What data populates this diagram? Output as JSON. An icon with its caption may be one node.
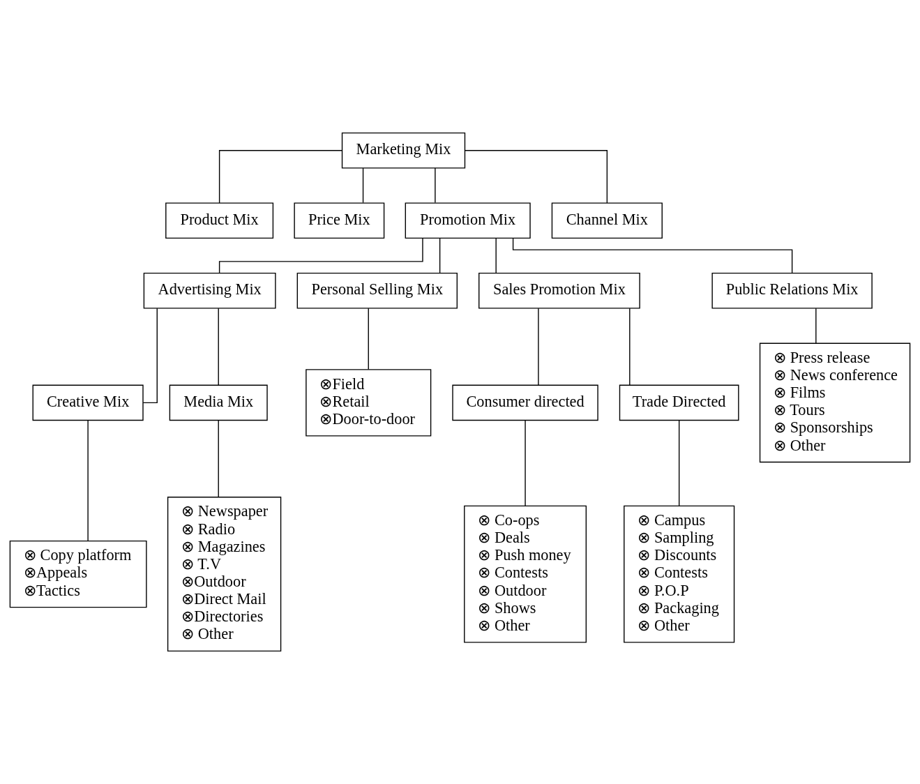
{
  "diagram": {
    "nodes": [
      {
        "text": [
          "Marketing Mix"
        ]
      },
      {
        "text": [
          "Product Mix"
        ]
      },
      {
        "text": [
          "Price Mix"
        ]
      },
      {
        "text": [
          "Promotion Mix"
        ]
      },
      {
        "text": [
          "Channel Mix"
        ]
      },
      {
        "text": [
          "Advertising Mix"
        ]
      },
      {
        "text": [
          "Personal Selling Mix"
        ]
      },
      {
        "text": [
          "Sales Promotion Mix"
        ]
      },
      {
        "text": [
          "Public Relations Mix"
        ]
      },
      {
        "text": [
          "Creative Mix"
        ]
      },
      {
        "text": [
          "Media Mix"
        ]
      },
      {
        "text": [
          "⊗Field",
          "⊗Retail",
          "⊗Door-to-door"
        ]
      },
      {
        "text": [
          "Consumer directed"
        ]
      },
      {
        "text": [
          "Trade Directed"
        ]
      },
      {
        "text": [
          "⊗ Press release",
          "⊗ News conference",
          "⊗ Films",
          "⊗ Tours",
          "⊗ Sponsorships",
          "⊗ Other"
        ]
      },
      {
        "text": [
          "⊗ Copy platform",
          "⊗Appeals",
          "⊗Tactics"
        ]
      },
      {
        "text": [
          "⊗ Newspaper",
          "⊗ Radio",
          "⊗ Magazines",
          "⊗ T.V",
          "⊗Outdoor",
          "⊗Direct Mail",
          "⊗Directories",
          "⊗ Other"
        ]
      },
      {
        "text": [
          "⊗ Co-ops",
          "⊗ Deals",
          "⊗ Push money",
          "⊗ Contests",
          "⊗ Outdoor",
          "⊗ Shows",
          "⊗ Other"
        ]
      },
      {
        "text": [
          "⊗ Campus",
          "⊗ Sampling",
          "⊗ Discounts",
          "⊗ Contests",
          "⊗ P.O.P",
          "⊗ Packaging",
          "⊗ Other"
        ]
      }
    ],
    "edges": [
      {
        "from": 0,
        "to": 1,
        "arrow": "none"
      },
      {
        "from": 0,
        "to": 2,
        "arrow": "none"
      },
      {
        "from": 0,
        "to": 3,
        "arrow": "none"
      },
      {
        "from": 0,
        "to": 4,
        "arrow": "none"
      },
      {
        "from": 3,
        "to": 5,
        "arrow": "none"
      },
      {
        "from": 3,
        "to": 6,
        "arrow": "none"
      },
      {
        "from": 3,
        "to": 7,
        "arrow": "none"
      },
      {
        "from": 3,
        "to": 8,
        "arrow": "none"
      },
      {
        "from": 5,
        "to": 9,
        "arrow": "none"
      },
      {
        "from": 5,
        "to": 10,
        "arrow": "none"
      },
      {
        "from": 6,
        "to": 11,
        "arrow": "none"
      },
      {
        "from": 7,
        "to": 12,
        "arrow": "none"
      },
      {
        "from": 7,
        "to": 13,
        "arrow": "none"
      },
      {
        "from": 8,
        "to": 14,
        "arrow": "none"
      },
      {
        "from": 9,
        "to": 15,
        "arrow": "none"
      },
      {
        "from": 10,
        "to": 16,
        "arrow": "none"
      },
      {
        "from": 12,
        "to": 17,
        "arrow": "none"
      },
      {
        "from": 13,
        "to": 18,
        "arrow": "none"
      }
    ]
  }
}
